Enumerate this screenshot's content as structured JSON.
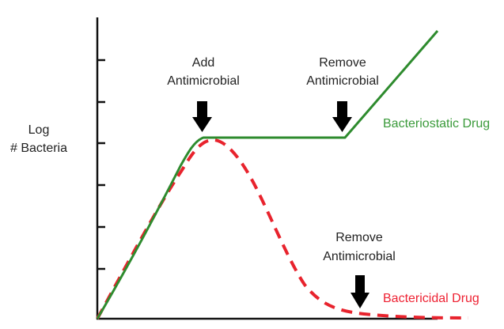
{
  "chart_data": {
    "type": "line",
    "title": "",
    "xlabel": "",
    "ylabel": "Log # Bacteria",
    "ylabel_lines": [
      "Log",
      "# Bacteria"
    ],
    "y_ticks": 6,
    "grid": false,
    "legend_position": "inline-right",
    "series": [
      {
        "name": "Bacteriostatic Drug",
        "color": "#2e8b2e",
        "label_color": "#3a9a3a",
        "style": "solid",
        "points": [
          [
            0,
            0
          ],
          [
            0.27,
            0.88
          ],
          [
            0.73,
            0.88
          ],
          [
            1.0,
            1.4
          ]
        ]
      },
      {
        "name": "Bactericidal Drug",
        "color": "#e8232d",
        "label_color": "#ee2233",
        "style": "dashed",
        "points": [
          [
            0,
            0
          ],
          [
            0.3,
            0.87
          ],
          [
            0.5,
            0.5
          ],
          [
            0.65,
            0.05
          ],
          [
            1.09,
            0.0
          ]
        ]
      }
    ],
    "annotations": [
      {
        "id": "add",
        "lines": [
          "Add",
          "Antimicrobial"
        ],
        "arrow": "down"
      },
      {
        "id": "remove_static",
        "lines": [
          "Remove",
          "Antimicrobial"
        ],
        "arrow": "down"
      },
      {
        "id": "remove_cidal",
        "lines": [
          "Remove",
          "Antimicrobial"
        ],
        "arrow": "down"
      }
    ]
  },
  "labels": {
    "ylabel_line1": "Log",
    "ylabel_line2": "# Bacteria",
    "add_line1": "Add",
    "add_line2": "Antimicrobial",
    "remove1_line1": "Remove",
    "remove1_line2": "Antimicrobial",
    "remove2_line1": "Remove",
    "remove2_line2": "Antimicrobial",
    "legend_static": "Bacteriostatic Drug",
    "legend_cidal": "Bactericidal Drug"
  },
  "colors": {
    "axis": "#111111",
    "static": "#2e8b2e",
    "cidal": "#e8232d",
    "arrow": "#000000"
  }
}
